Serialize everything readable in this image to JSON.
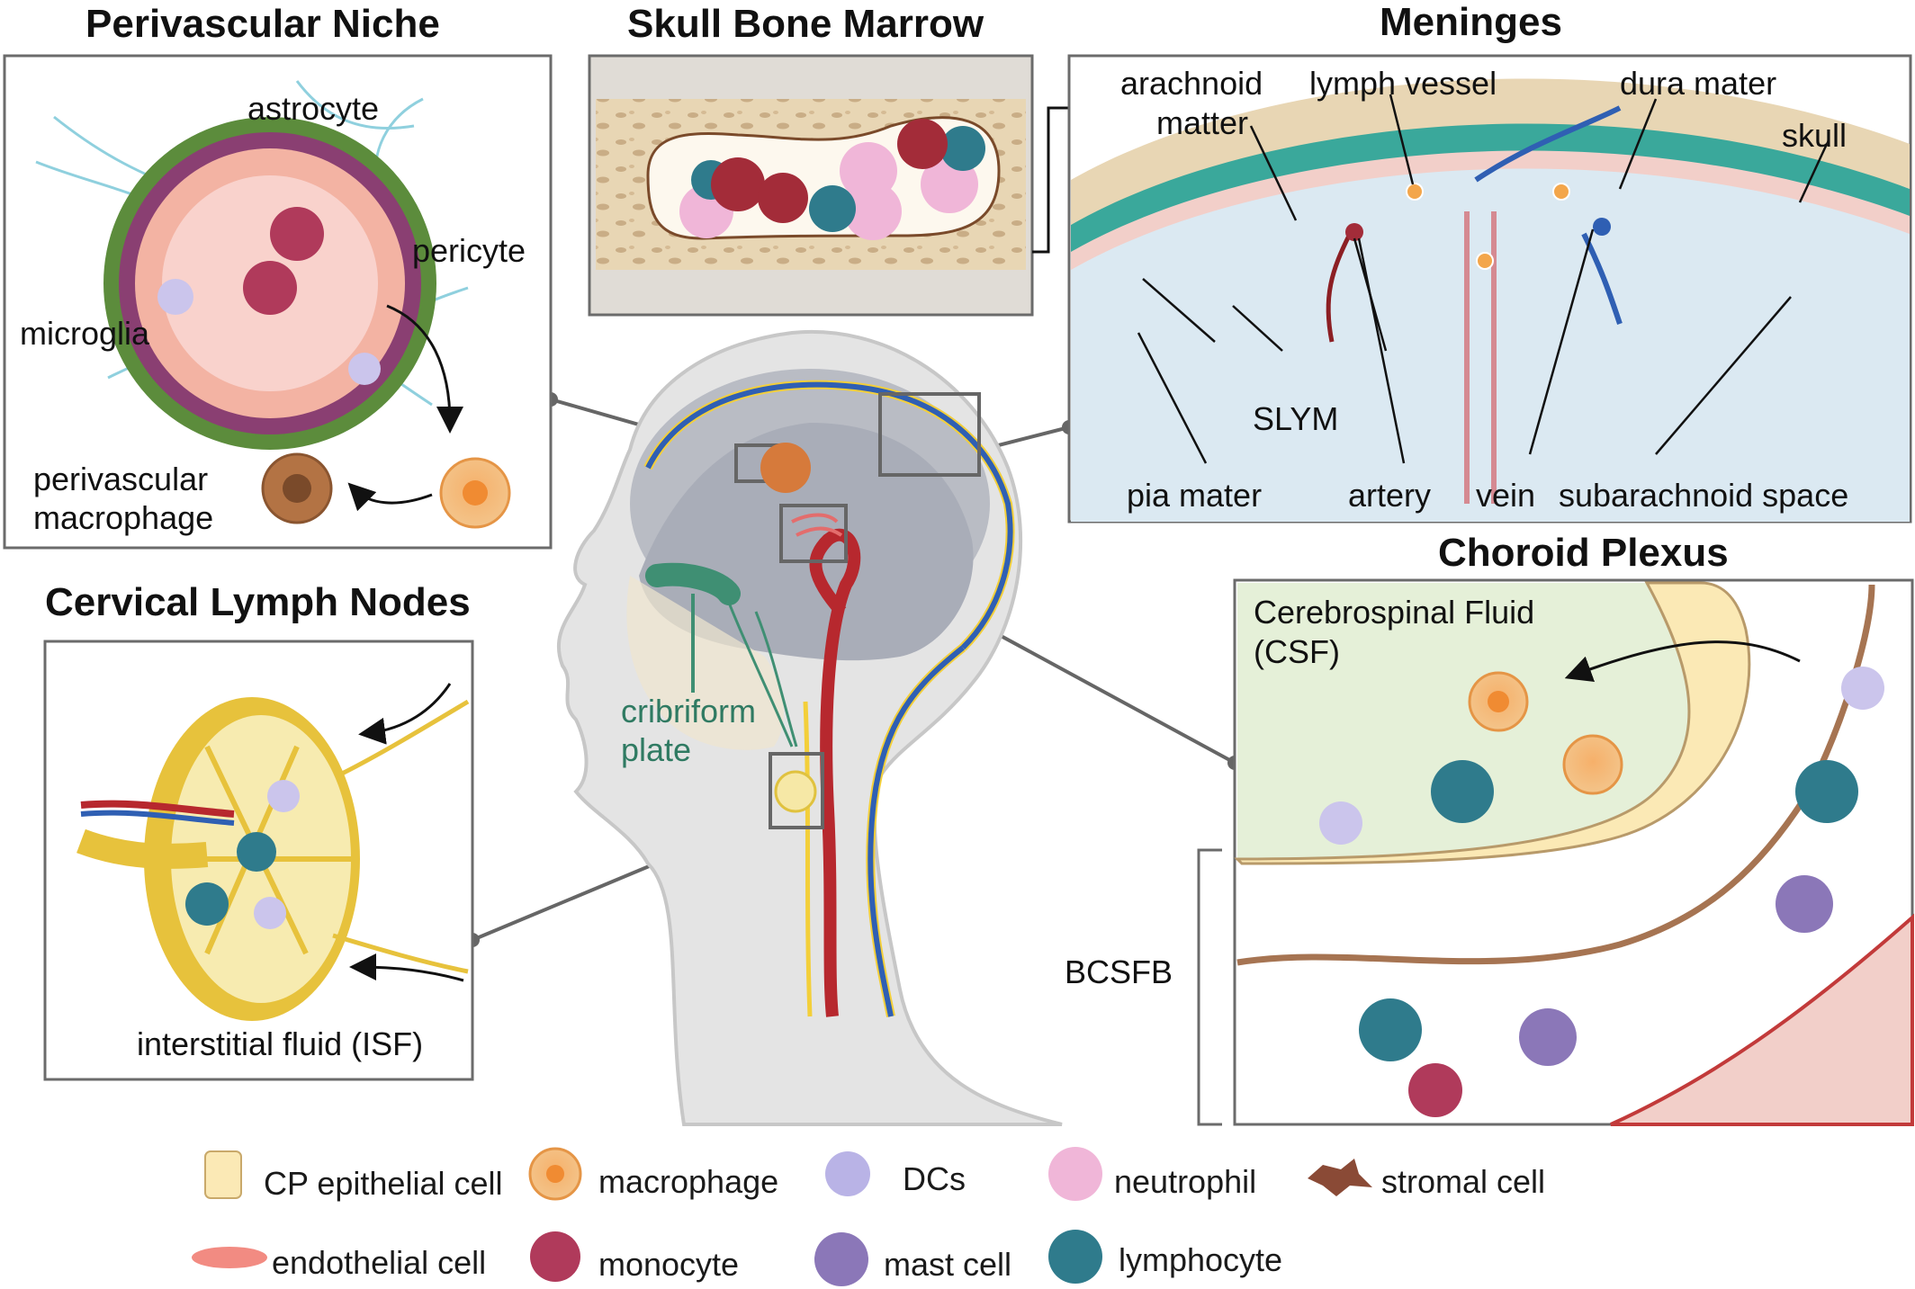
{
  "panels": {
    "perivascular": {
      "title": "Perivascular Niche",
      "labels": {
        "astrocyte": "astrocyte",
        "pericyte": "pericyte",
        "microglia": "microglia",
        "pvm_line1": "perivascular",
        "pvm_line2": "macrophage"
      }
    },
    "marrow": {
      "title": "Skull Bone Marrow"
    },
    "meninges": {
      "title": "Meninges",
      "labels": {
        "arachnoid_line1": "arachnoid",
        "arachnoid_line2": "matter",
        "lymph": "lymph vessel",
        "dura": "dura mater",
        "skull": "skull",
        "slym": "SLYM",
        "pia": "pia mater",
        "artery": "artery",
        "vein": "vein",
        "subarachnoid": "subarachnoid space"
      }
    },
    "lymph_nodes": {
      "title": "Cervical Lymph Nodes",
      "labels": {
        "isf": "interstitial fluid (ISF)"
      }
    },
    "choroid": {
      "title": "Choroid Plexus",
      "labels": {
        "csf_line1": "Cerebrospinal Fluid",
        "csf_line2": "(CSF)",
        "bcsfb": "BCSFB"
      }
    },
    "head": {
      "labels": {
        "cribriform_line1": "cribriform",
        "cribriform_line2": "plate"
      }
    }
  },
  "legend": [
    {
      "label": "CP epithelial cell",
      "icon": "cp-epithelial-cell-icon"
    },
    {
      "label": "macrophage",
      "icon": "macrophage-icon"
    },
    {
      "label": "DCs",
      "icon": "dendritic-cell-icon"
    },
    {
      "label": "neutrophil",
      "icon": "neutrophil-icon"
    },
    {
      "label": "stromal cell",
      "icon": "stromal-cell-icon"
    },
    {
      "label": "endothelial cell",
      "icon": "endothelial-cell-icon"
    },
    {
      "label": "monocyte",
      "icon": "monocyte-icon"
    },
    {
      "label": "mast cell",
      "icon": "mast-cell-icon"
    },
    {
      "label": "lymphocyte",
      "icon": "lymphocyte-icon"
    }
  ],
  "colors": {
    "macrophage": "#f2a65a",
    "monocyte": "#b03a5b",
    "dc": "#b9b3e6",
    "neutrophil": "#f0b6d8",
    "lymphocyte": "#2f7b8c",
    "mast": "#8b77b8",
    "stromal": "#8a4a36",
    "epithelial": "#fbe9b5",
    "artery": "#b7282e",
    "vein": "#2f5fb3"
  }
}
